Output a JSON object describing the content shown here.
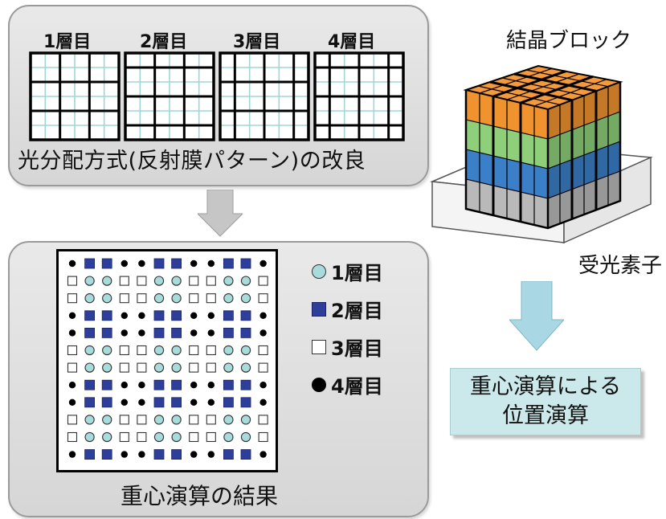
{
  "top_panel": {
    "layer_labels": [
      "1層目",
      "2層目",
      "3層目",
      "4層目"
    ],
    "caption": "光分配方式(反射膜パターン)の改良"
  },
  "crystal": {
    "label": "結晶ブロック",
    "layer_colors": [
      "#f0922e",
      "#8fcf7a",
      "#3b7fc8",
      "#b9b9b9"
    ]
  },
  "sensor_label": "受光素子",
  "calc_box": {
    "line1": "重心演算による",
    "line2": "位置演算"
  },
  "bottom_panel": {
    "legend": [
      {
        "label": "1層目",
        "symbol": "circle-teal"
      },
      {
        "label": "2層目",
        "symbol": "square-blue"
      },
      {
        "label": "3層目",
        "symbol": "square-white"
      },
      {
        "label": "4層目",
        "symbol": "circle-black"
      }
    ],
    "caption": "重心演算の結果",
    "row_pattern": [
      "D",
      "C",
      "C",
      "D",
      "D",
      "C",
      "C",
      "D",
      "D",
      "C",
      "C",
      "D"
    ],
    "row_types": {
      "D": [
        "circle-black",
        "square-blue",
        "square-blue",
        "circle-black",
        "circle-black",
        "square-blue",
        "square-blue",
        "circle-black",
        "circle-black",
        "square-blue",
        "square-blue",
        "circle-black"
      ],
      "C": [
        "square-white",
        "circle-teal",
        "circle-teal",
        "square-white",
        "square-white",
        "circle-teal",
        "circle-teal",
        "square-white",
        "square-white",
        "circle-teal",
        "circle-teal",
        "square-white"
      ]
    }
  },
  "colors": {
    "teal": "#a8dcdc",
    "blue": "#2d3f9a",
    "arrow_gray": "#c6c6c6",
    "arrow_blue": "#a9d8e4"
  }
}
